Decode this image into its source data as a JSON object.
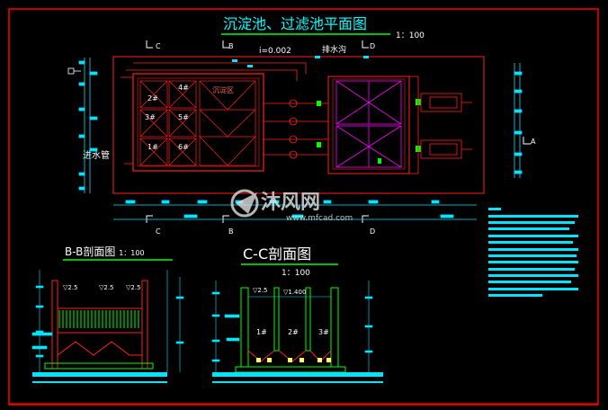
{
  "drawing": {
    "main_title": "沉淀池、过滤池平面图",
    "main_scale": "1：100",
    "slope": "i=0.002",
    "drain_channel": "排水沟",
    "inlet_pipe": "进水管",
    "settling_zone": "沉淀区",
    "cells_left": [
      "4#",
      "2#",
      "1#"
    ],
    "cells_right": [
      "3#",
      "5#",
      "6#"
    ],
    "section_marks": [
      "C",
      "B",
      "D",
      "A"
    ],
    "bb_title": "B-B剖面图",
    "bb_scale": "1：100",
    "cc_title": "C-C剖面图",
    "cc_scale": "1：100",
    "cc_cells": [
      "1#",
      "2#",
      "3#"
    ],
    "level_1": "▽2.5",
    "level_2": "▽1.400"
  },
  "watermark": {
    "brand": "沐风网",
    "url": "www.mfcad.com"
  },
  "colors": {
    "background": "#000000",
    "border": "#ff0000",
    "dimension": "#00e5ff",
    "structure": "#ff2020",
    "pipe": "#ff00ff",
    "accent": "#00ff00",
    "title": "#00ffff"
  }
}
